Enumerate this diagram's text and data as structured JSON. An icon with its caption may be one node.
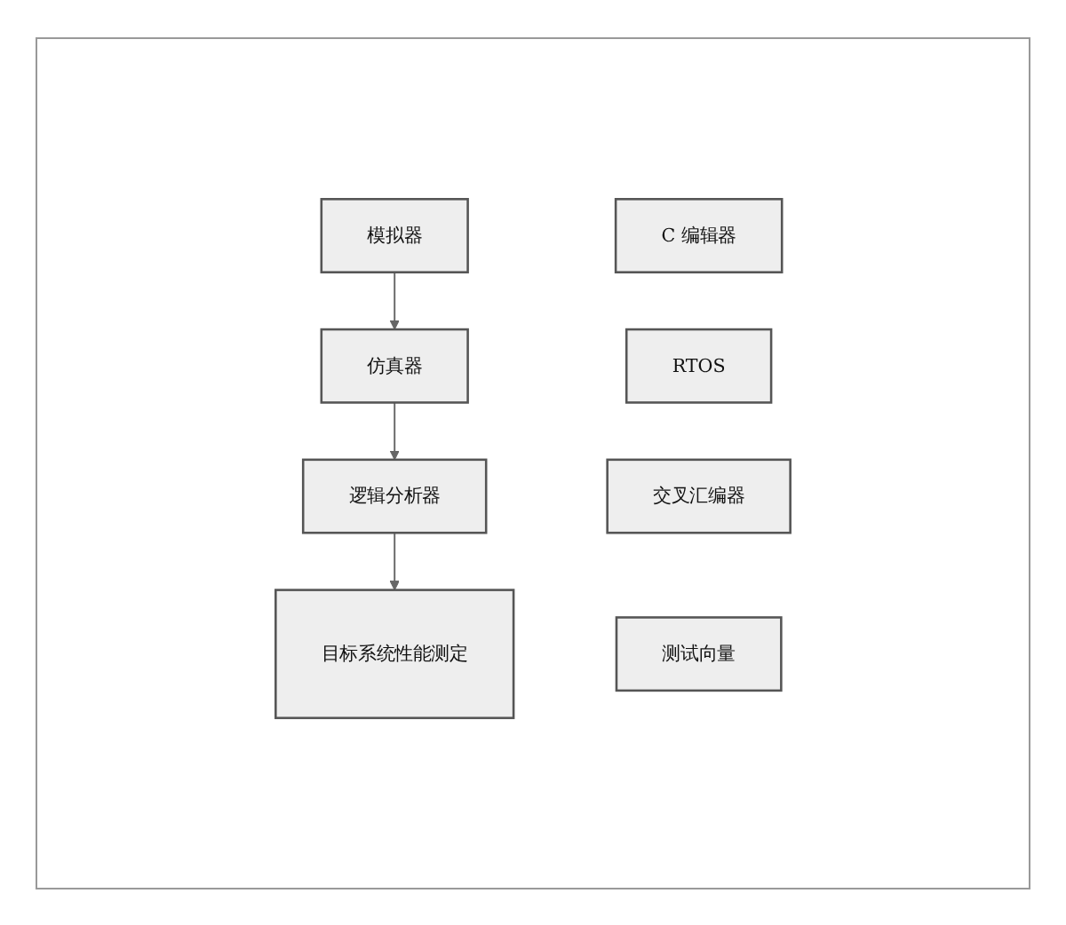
{
  "diagram": {
    "nodes": [
      {
        "text": [
          "模拟器"
        ]
      },
      {
        "text": [
          "仿真器"
        ]
      },
      {
        "text": [
          "逻辑分析器"
        ]
      },
      {
        "text": [
          "目标系统性能测定"
        ]
      },
      {
        "text": [
          "C 编辑器"
        ]
      },
      {
        "text": [
          "RTOS"
        ]
      },
      {
        "text": [
          "交叉汇编器"
        ]
      },
      {
        "text": [
          "测试向量"
        ]
      }
    ],
    "edges": [
      {
        "from": 0,
        "to": 1,
        "arrow": "to"
      },
      {
        "from": 1,
        "to": 2,
        "arrow": "to"
      },
      {
        "from": 2,
        "to": 3,
        "arrow": "to"
      }
    ]
  }
}
